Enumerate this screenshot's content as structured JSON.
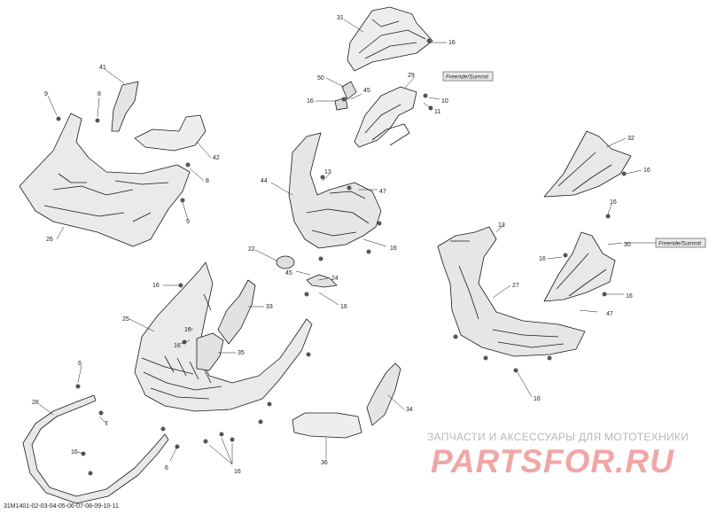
{
  "diagram": {
    "reference_code": "31M1401-02-03-04-05-06-07-08-09-10-11",
    "variant_note_1": "Freeride/Summit",
    "variant_note_2": "Freeride/Summit",
    "callouts": [
      "31",
      "16",
      "29",
      "50",
      "45",
      "16",
      "10",
      "11",
      "41",
      "8",
      "9",
      "42",
      "8",
      "9",
      "26",
      "13",
      "44",
      "47",
      "16",
      "32",
      "16",
      "22",
      "45",
      "24",
      "16",
      "16",
      "25",
      "33",
      "16",
      "16",
      "35",
      "6",
      "28",
      "7",
      "16",
      "6",
      "16",
      "34",
      "36",
      "13",
      "16",
      "30",
      "16",
      "27",
      "16",
      "47",
      "16"
    ]
  },
  "watermark": {
    "line1": "ЗАПЧАСТИ И АКСЕССУАРЫ ДЛЯ МОТОТЕХНИКИ",
    "line2": "PARTSFOR.RU"
  }
}
